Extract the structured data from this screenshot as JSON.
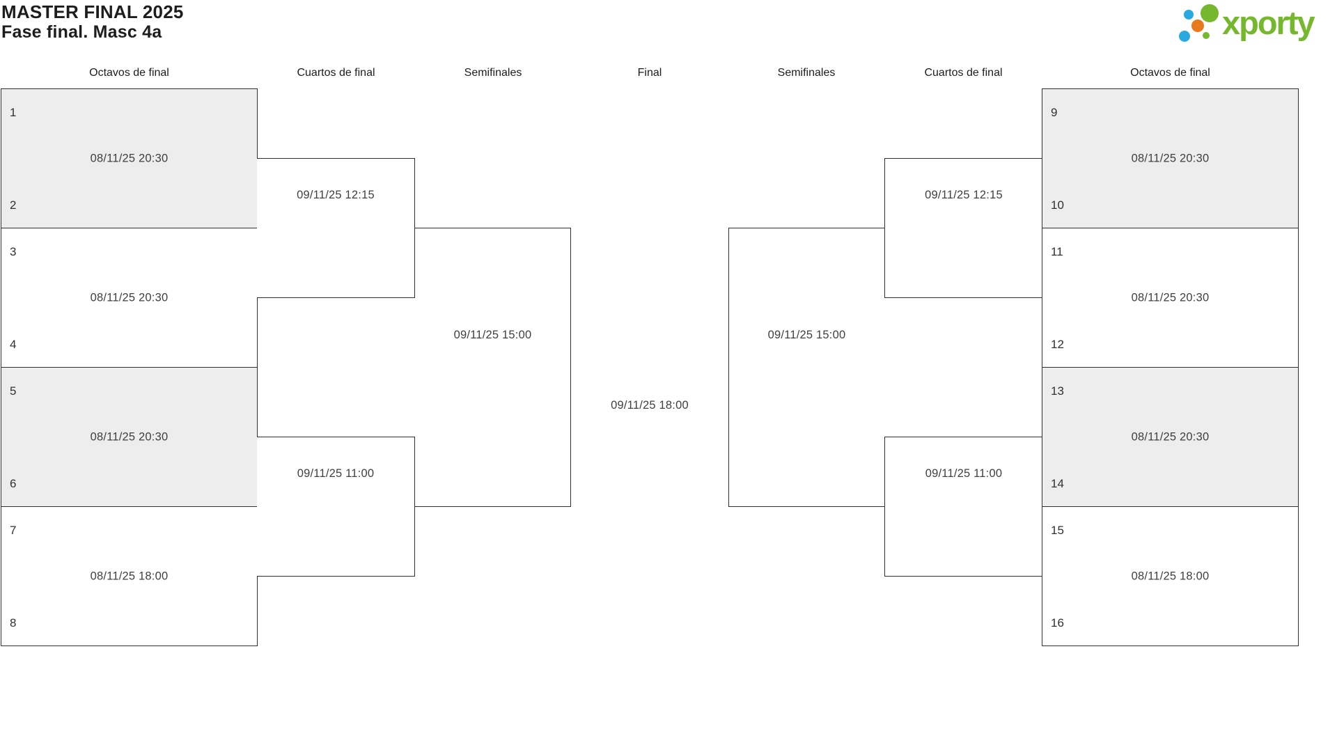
{
  "page": {
    "title": "MASTER FINAL 2025",
    "subtitle": "Fase final. Masc 4a"
  },
  "logo": {
    "text": "xporty",
    "green": "#76b82d",
    "blue": "#2aa9e0",
    "orange": "#e87a1e"
  },
  "round_headers": [
    {
      "label": "Octavos de final"
    },
    {
      "label": "Cuartos de final"
    },
    {
      "label": "Semifinales"
    },
    {
      "label": "Final"
    },
    {
      "label": "Semifinales"
    },
    {
      "label": "Cuartos de final"
    },
    {
      "label": "Octavos de final"
    }
  ],
  "matches": {
    "octavos_left": [
      {
        "seed_top": "1",
        "seed_bottom": "2",
        "datetime": "08/11/25 20:30"
      },
      {
        "seed_top": "3",
        "seed_bottom": "4",
        "datetime": "08/11/25 20:30"
      },
      {
        "seed_top": "5",
        "seed_bottom": "6",
        "datetime": "08/11/25 20:30"
      },
      {
        "seed_top": "7",
        "seed_bottom": "8",
        "datetime": "08/11/25 18:00"
      }
    ],
    "octavos_right": [
      {
        "seed_top": "9",
        "seed_bottom": "10",
        "datetime": "08/11/25 20:30"
      },
      {
        "seed_top": "11",
        "seed_bottom": "12",
        "datetime": "08/11/25 20:30"
      },
      {
        "seed_top": "13",
        "seed_bottom": "14",
        "datetime": "08/11/25 20:30"
      },
      {
        "seed_top": "15",
        "seed_bottom": "16",
        "datetime": "08/11/25 18:00"
      }
    ],
    "cuartos_left": [
      {
        "datetime": "09/11/25 12:15"
      },
      {
        "datetime": "09/11/25 11:00"
      }
    ],
    "cuartos_right": [
      {
        "datetime": "09/11/25 12:15"
      },
      {
        "datetime": "09/11/25 11:00"
      }
    ],
    "semifinal_left": {
      "datetime": "09/11/25 15:00"
    },
    "semifinal_right": {
      "datetime": "09/11/25 15:00"
    },
    "final": {
      "datetime": "09/11/25 18:00"
    }
  },
  "colors": {
    "line": "#2e2e2e",
    "shaded_box": "#ededed",
    "heading_text": "#1d1d1d",
    "date_text": "#3f3f3f"
  }
}
